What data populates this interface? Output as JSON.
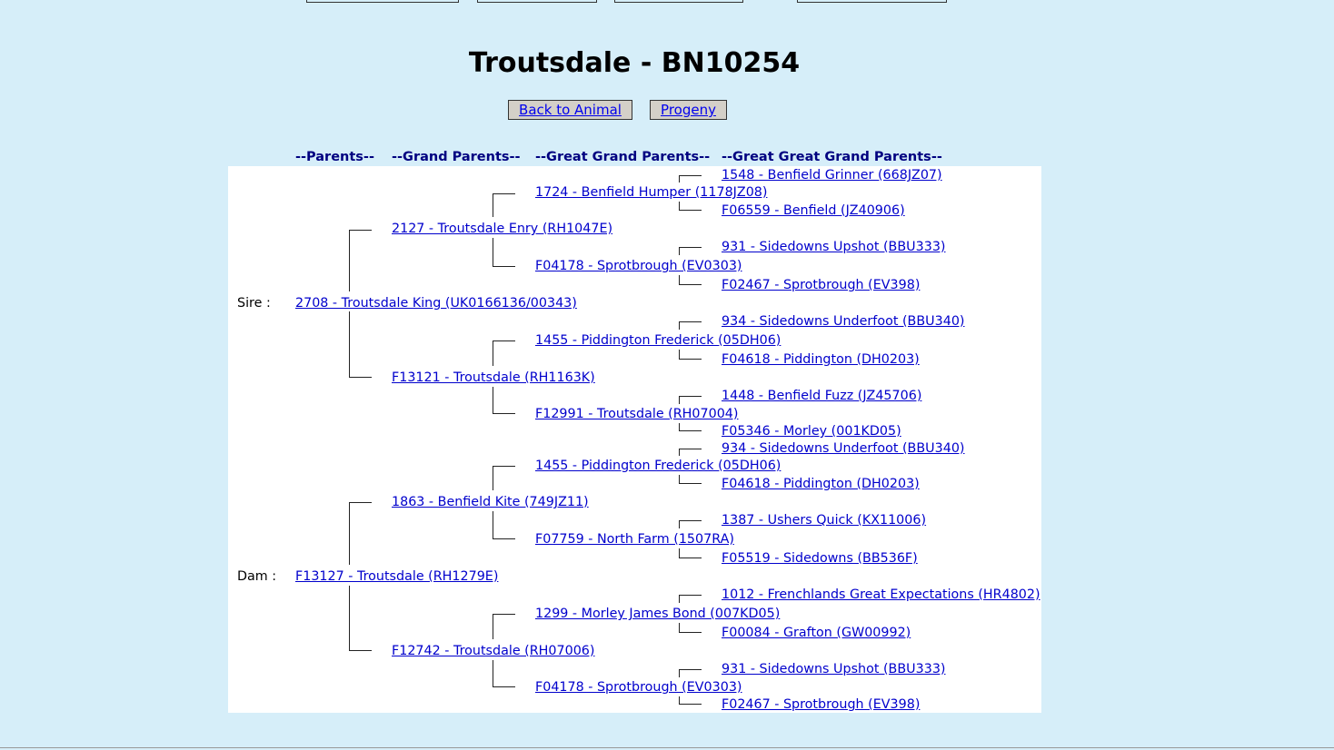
{
  "title": "Troutsdale - BN10254",
  "buttons": {
    "back": "Back to Animal",
    "progeny": "Progeny"
  },
  "headers": {
    "parents": "--Parents--",
    "grandparents": "--Grand Parents--",
    "great_grandparents": "--Great Grand Parents--",
    "great_great_grandparents": "--Great Great Grand Parents--"
  },
  "labels": {
    "sire": "Sire :",
    "dam": "Dam :"
  },
  "pedigree": {
    "sire": "2708 - Troutsdale King (UK0166136/00343)",
    "dam": "F13127 - Troutsdale (RH1279E)",
    "sire_sire": "2127 - Troutsdale Enry (RH1047E)",
    "sire_dam": "F13121 - Troutsdale (RH1163K)",
    "dam_sire": "1863 - Benfield Kite (749JZ11)",
    "dam_dam": "F12742 - Troutsdale (RH07006)",
    "ss_s": "1724 - Benfield Humper (1178JZ08)",
    "ss_d": "F04178 - Sprotbrough (EV0303)",
    "sd_s": "1455 - Piddington Frederick (05DH06)",
    "sd_d": "F12991 - Troutsdale (RH07004)",
    "ds_s": "1455 - Piddington Frederick (05DH06)",
    "ds_d": "F07759 - North Farm (1507RA)",
    "dd_s": "1299 - Morley James Bond (007KD05)",
    "dd_d": "F04178 - Sprotbrough (EV0303)",
    "ggg": [
      "1548 - Benfield Grinner (668JZ07)",
      "F06559 - Benfield (JZ40906)",
      "931 - Sidedowns Upshot (BBU333)",
      "F02467 - Sprotbrough (EV398)",
      "934 - Sidedowns Underfoot (BBU340)",
      "F04618 - Piddington (DH0203)",
      "1448 - Benfield Fuzz (JZ45706)",
      "F05346 - Morley (001KD05)",
      "934 - Sidedowns Underfoot (BBU340)",
      "F04618 - Piddington (DH0203)",
      "1387 - Ushers Quick (KX11006)",
      "F05519 - Sidedowns (BB536F)",
      "1012 - Frenchlands Great Expectations (HR4802)",
      "F00084 - Grafton (GW00992)",
      "931 - Sidedowns Upshot (BBU333)",
      "F02467 - Sprotbrough (EV398)"
    ]
  }
}
